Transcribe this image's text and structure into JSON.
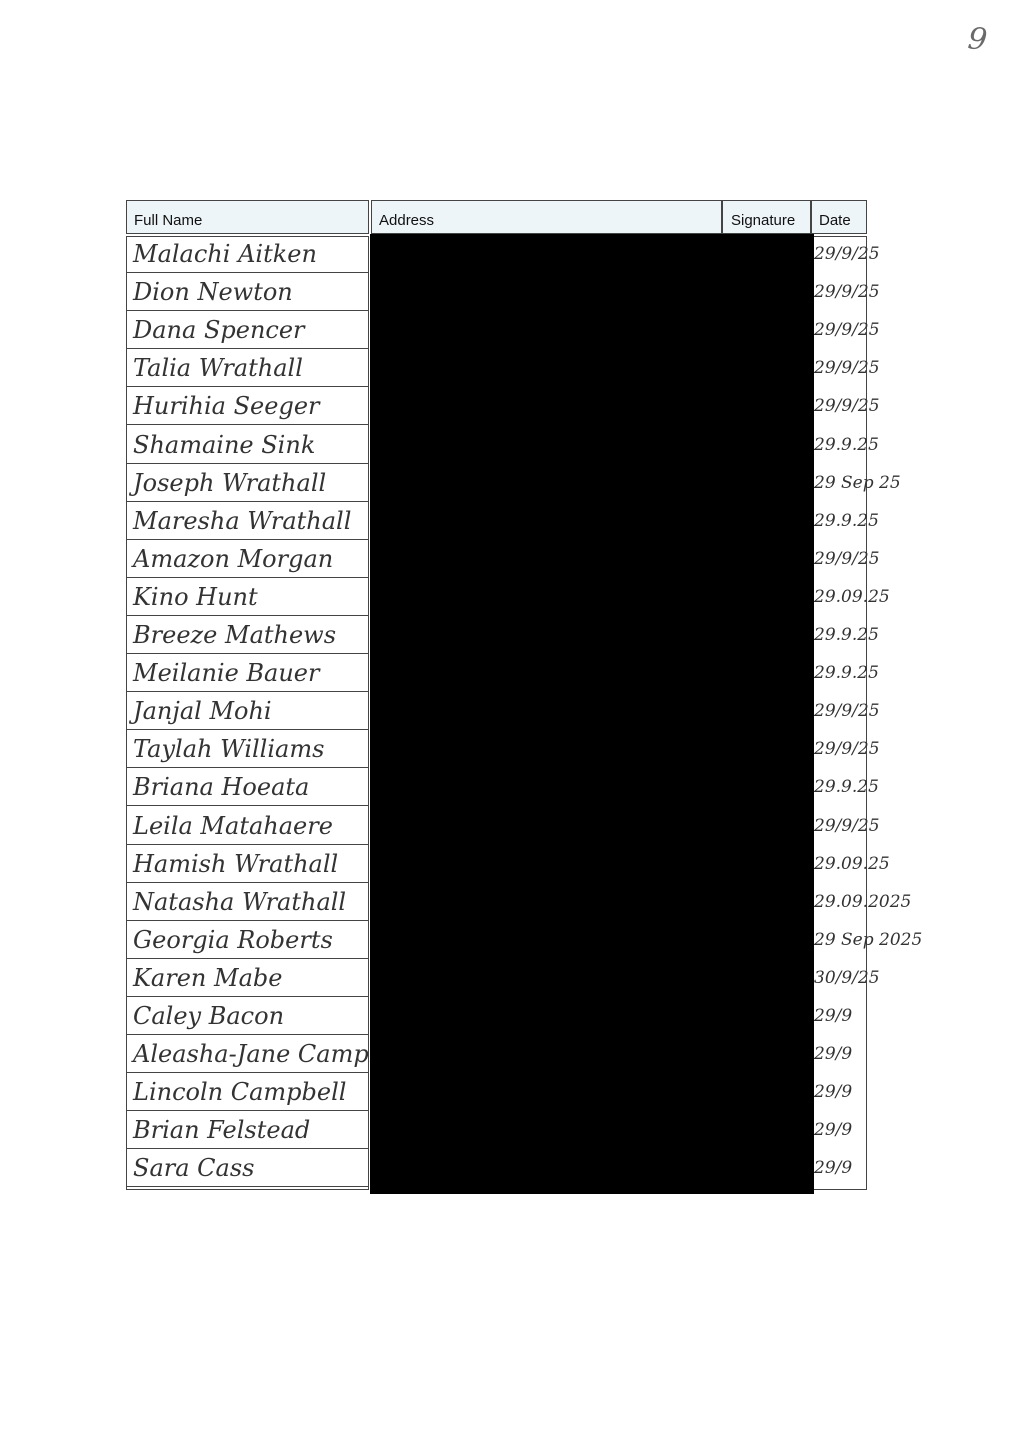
{
  "page": {
    "number": "9"
  },
  "table": {
    "headers": {
      "name": "Full Name",
      "address": "Address",
      "signature": "Signature",
      "date": "Date"
    },
    "rows": [
      {
        "name": "Malachi Aitken",
        "date": "29/9/25"
      },
      {
        "name": "Dion Newton",
        "date": "29/9/25"
      },
      {
        "name": "Dana Spencer",
        "date": "29/9/25"
      },
      {
        "name": "Talia Wrathall",
        "date": "29/9/25"
      },
      {
        "name": "Hurihia Seeger",
        "date": "29/9/25"
      },
      {
        "name": "Shamaine Sink",
        "date": "29.9.25"
      },
      {
        "name": "Joseph Wrathall",
        "date": "29 Sep 25"
      },
      {
        "name": "Maresha Wrathall",
        "date": "29.9.25"
      },
      {
        "name": "Amazon Morgan",
        "date": "29/9/25"
      },
      {
        "name": "Kino Hunt",
        "date": "29.09.25"
      },
      {
        "name": "Breeze Mathews",
        "date": "29.9.25"
      },
      {
        "name": "Meilanie Bauer",
        "date": "29.9.25"
      },
      {
        "name": "Janjal Mohi",
        "date": "29/9/25"
      },
      {
        "name": "Taylah Williams",
        "date": "29/9/25"
      },
      {
        "name": "Briana Hoeata",
        "date": "29.9.25"
      },
      {
        "name": "Leila Matahaere",
        "date": "29/9/25"
      },
      {
        "name": "Hamish Wrathall",
        "date": "29.09.25"
      },
      {
        "name": "Natasha Wrathall",
        "date": "29.09.2025"
      },
      {
        "name": "Georgia Roberts",
        "date": "29 Sep 2025"
      },
      {
        "name": "Karen Mabe",
        "date": "30/9/25"
      },
      {
        "name": "Caley Bacon",
        "date": "29/9"
      },
      {
        "name": "Aleasha-Jane Campbell",
        "date": "29/9"
      },
      {
        "name": "Lincoln Campbell",
        "date": "29/9"
      },
      {
        "name": "Brian Felstead",
        "date": "29/9"
      },
      {
        "name": "Sara Cass",
        "date": "29/9"
      }
    ]
  }
}
